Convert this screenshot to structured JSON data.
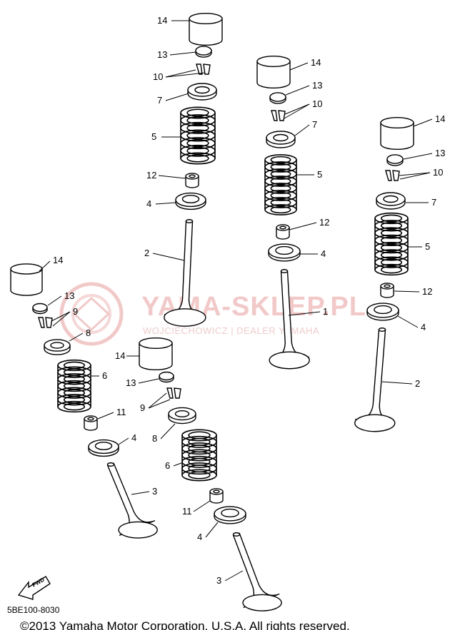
{
  "watermark": {
    "title": "YAMA-SKLEP.PL",
    "subtitle": "WOJCIECHOWICZ | DEALER YAMAHA"
  },
  "fwd_label": "FWD",
  "diagram_code": "5BE100-8030",
  "copyright": "©2013 Yamaha Motor Corporation, U.S.A. All rights reserved.",
  "callouts": {
    "a": [
      "14",
      "13",
      "10",
      "7",
      "5",
      "12",
      "4",
      "2"
    ],
    "b": [
      "14",
      "13",
      "10",
      "7",
      "5",
      "12",
      "4",
      "1"
    ],
    "c": [
      "14",
      "13",
      "10",
      "7",
      "5",
      "12",
      "4",
      "2"
    ],
    "d": [
      "14",
      "13",
      "9",
      "8",
      "6",
      "11",
      "4",
      "3"
    ],
    "e": [
      "14",
      "13",
      "9",
      "8",
      "6",
      "11",
      "4",
      "3"
    ]
  }
}
